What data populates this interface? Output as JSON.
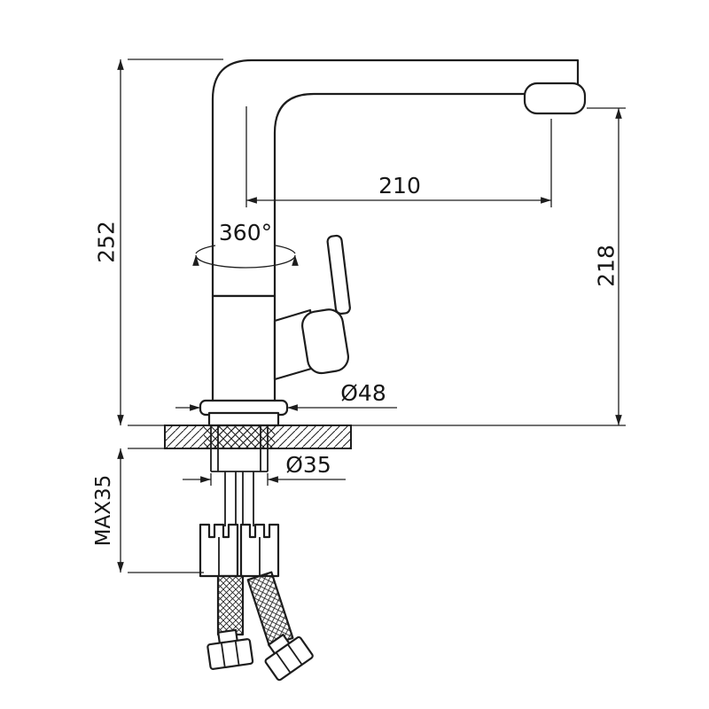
{
  "drawing": {
    "line_color": "#1d1d1d",
    "background": "#ffffff",
    "labels": {
      "overall_height": "252",
      "spout_reach": "210",
      "outlet_height": "218",
      "swivel": "360°",
      "base_diameter": "Ø48",
      "mount_hole_diameter": "Ø35",
      "max_deck_thickness": "MAX35"
    }
  }
}
